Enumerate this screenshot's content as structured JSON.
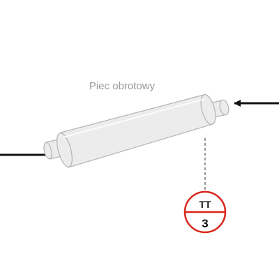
{
  "equipment": {
    "label": "Piec obrotowy",
    "icon": "rotary-kiln-icon"
  },
  "instrument": {
    "letters": "TT",
    "number": "3",
    "circle_color": "#d9261c"
  },
  "colors": {
    "kiln_fill": "#ececec",
    "kiln_stroke": "#b4b4b4",
    "line": "#111111",
    "label": "#9a9a9a"
  }
}
